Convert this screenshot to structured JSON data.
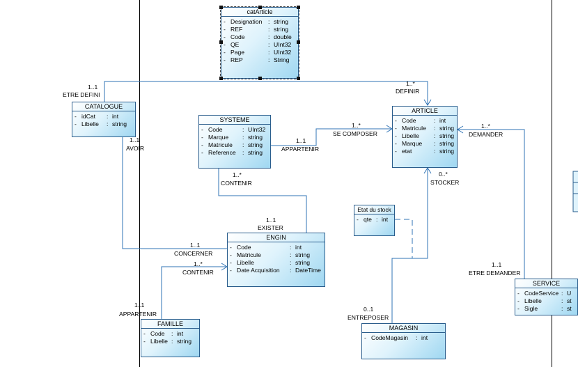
{
  "classes": {
    "catArticle": {
      "name": "catArticle",
      "attributes": [
        {
          "vis": "-",
          "name": "Designation",
          "type": "string"
        },
        {
          "vis": "-",
          "name": "REF",
          "type": "string"
        },
        {
          "vis": "-",
          "name": "Code",
          "type": "double"
        },
        {
          "vis": "-",
          "name": "QE",
          "type": "UInt32"
        },
        {
          "vis": "-",
          "name": "Page",
          "type": "UInt32"
        },
        {
          "vis": "-",
          "name": "REP",
          "type": "String"
        }
      ]
    },
    "catalogue": {
      "name": "CATALOGUE",
      "attributes": [
        {
          "vis": "-",
          "name": "idCat",
          "type": "int"
        },
        {
          "vis": "-",
          "name": "Libelle",
          "type": "string"
        }
      ]
    },
    "systeme": {
      "name": "SYSTEME",
      "attributes": [
        {
          "vis": "-",
          "name": "Code",
          "type": "UInt32"
        },
        {
          "vis": "-",
          "name": "Marque",
          "type": "string"
        },
        {
          "vis": "-",
          "name": "Matricule",
          "type": "string"
        },
        {
          "vis": "-",
          "name": "Reference",
          "type": "string"
        }
      ]
    },
    "article": {
      "name": "ARTICLE",
      "attributes": [
        {
          "vis": "-",
          "name": "Code",
          "type": "int"
        },
        {
          "vis": "-",
          "name": "Matricule",
          "type": "string"
        },
        {
          "vis": "-",
          "name": "Libelle",
          "type": "string"
        },
        {
          "vis": "-",
          "name": "Marque",
          "type": "string"
        },
        {
          "vis": "-",
          "name": "etat",
          "type": "string"
        }
      ]
    },
    "etatStock": {
      "name": "Etat du stock",
      "attributes": [
        {
          "vis": "-",
          "name": "qte",
          "type": "int"
        }
      ]
    },
    "engin": {
      "name": "ENGIN",
      "attributes": [
        {
          "vis": "-",
          "name": "Code",
          "type": "int"
        },
        {
          "vis": "-",
          "name": "Matricule",
          "type": "string"
        },
        {
          "vis": "-",
          "name": "Libelle",
          "type": "string"
        },
        {
          "vis": "-",
          "name": "Date Acquisition",
          "type": "DateTime"
        }
      ]
    },
    "famille": {
      "name": "FAMILLE",
      "attributes": [
        {
          "vis": "-",
          "name": "Code",
          "type": "int"
        },
        {
          "vis": "-",
          "name": "Libelle",
          "type": "string"
        }
      ]
    },
    "magasin": {
      "name": "MAGASIN",
      "attributes": [
        {
          "vis": "-",
          "name": "CodeMagasin",
          "type": "int"
        }
      ]
    },
    "service": {
      "name": "SERVICE",
      "attributes": [
        {
          "vis": "-",
          "name": "CodeService",
          "type": "U"
        },
        {
          "vis": "-",
          "name": "Libelle",
          "type": "st"
        },
        {
          "vis": "-",
          "name": "Sigle",
          "type": "st"
        }
      ]
    }
  },
  "associations": {
    "definir": {
      "role_source": "ETRE DEFINI",
      "mult_source": "1..1",
      "role_target": "DEFINIR",
      "mult_target": "1..*"
    },
    "avoir": {
      "role": "AVOIR",
      "mult": "1..1"
    },
    "concerner": {
      "role": "CONCERNER",
      "mult": "1..1"
    },
    "composer": {
      "role_source": "APPARTENIR",
      "mult_source": "1..1",
      "role_target": "SE COMPOSER",
      "mult_target": "1..*"
    },
    "contenir_systeme": {
      "role": "CONTENIR",
      "mult": "1..*"
    },
    "exister": {
      "role": "EXISTER",
      "mult": "1..1"
    },
    "contenir_famille": {
      "role": "CONTENIR",
      "mult": "1..*"
    },
    "appartenir": {
      "role": "APPARTENIR",
      "mult": "1..1"
    },
    "stocker": {
      "role": "STOCKER",
      "mult": "0..*"
    },
    "entreposer": {
      "role": "ENTREPOSER",
      "mult": "0..1"
    },
    "demander": {
      "role": "DEMANDER",
      "mult": "1..*"
    },
    "etre_demander": {
      "role": "ETRE DEMANDER",
      "mult": "1..1"
    }
  }
}
